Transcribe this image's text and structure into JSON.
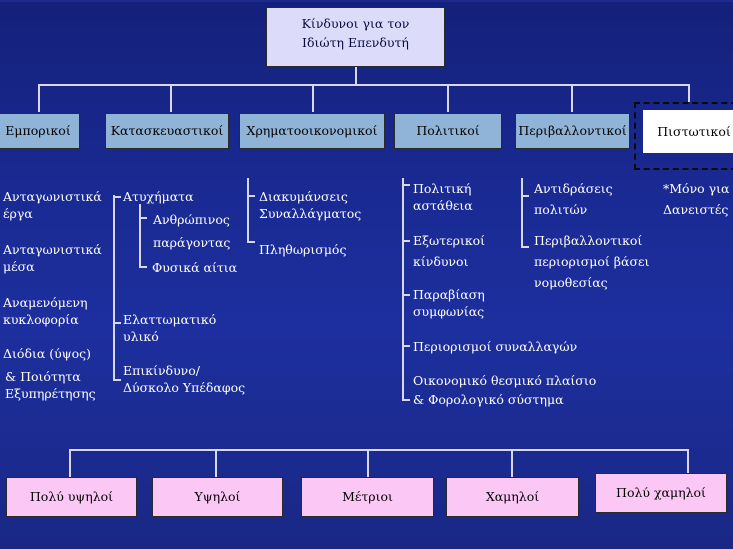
{
  "header": {
    "top_box_line1": "Κίνδυνοι για τον",
    "top_box_line2": "Ιδιώτη Επενδυτή"
  },
  "categories": [
    {
      "label": "Εμπορικοί"
    },
    {
      "label": "Κατασκευαστικοί"
    },
    {
      "label": "Χρηματοοικονομικοί"
    },
    {
      "label": "Πολιτικοί"
    },
    {
      "label": "Περιβαλλοντικοί"
    },
    {
      "label": "Πιστωτικοί"
    }
  ],
  "commercial": [
    {
      "l1": "Ανταγωνιστικά",
      "l2": "έργα"
    },
    {
      "l1": "Ανταγωνιστικά",
      "l2": "μέσα"
    },
    {
      "l1": "Αναμενόμενη",
      "l2": "κυκλοφορία"
    },
    {
      "l1": "Διόδια (ύψος)"
    },
    {
      "l1": "& Ποιότητα",
      "l2": "Εξυπηρέτησης"
    }
  ],
  "construction": {
    "accidents": "Ατυχήματα",
    "human1": "Ανθρώπινος",
    "human2": "παράγοντας",
    "natural": "Φυσικά αίτια",
    "defective1": "Ελαττωματικό",
    "defective2": "υλικό",
    "terrain1": "Επικίνδυνο/",
    "terrain2": "Δύσκολο Υπέδαφος"
  },
  "financial": {
    "fx1": "Διακυμάνσεις",
    "fx2": "Συναλλάγματος",
    "inflation": "Πληθωρισμός"
  },
  "political": {
    "instab1": "Πολιτική",
    "instab2": "αστάθεια",
    "ext1": "Εξωτερικοί",
    "ext2": "κίνδυνοι",
    "breach1": "Παραβίαση",
    "breach2": "συμφωνίας",
    "fxlimits": "Περιορισμοί  συναλλαγών",
    "legal1": "Οικονομικό θεσμικό πλαίσιο",
    "legal2": "& Φορολογικό σύστημα"
  },
  "environmental": {
    "react1": "Αντιδράσεις",
    "react2": "πολιτών",
    "limits1": "Περιβαλλοντικοί",
    "limits2": "περιορισμοί  βάσει",
    "limits3": "νομοθεσίας"
  },
  "credit": {
    "note1": "*Μόνο για",
    "note2": "Δανειστές"
  },
  "levels": [
    {
      "label": "Πολύ υψηλοί"
    },
    {
      "label": "Υψηλοί"
    },
    {
      "label": "Μέτριοι"
    },
    {
      "label": "Χαμηλοί"
    },
    {
      "label": "Πολύ χαμηλοί"
    }
  ]
}
